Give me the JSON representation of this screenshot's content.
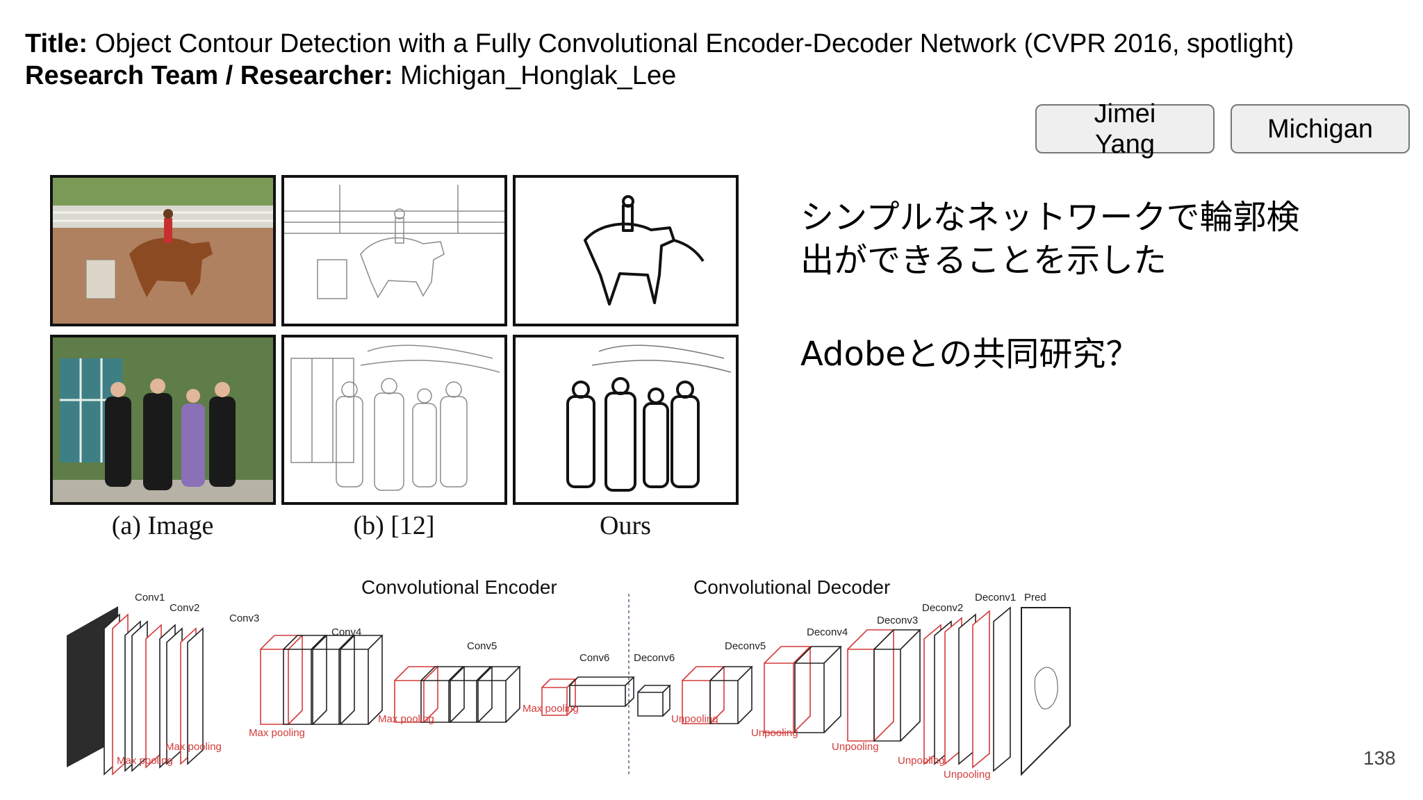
{
  "header": {
    "title_label": "Title:",
    "title_text": "Object Contour Detection with a Fully Convolutional Encoder-Decoder Network (CVPR 2016, spotlight)",
    "team_label": "Research Team / Researcher:",
    "team_text": "Michigan_Honglak_Lee"
  },
  "tags": [
    "Jimei Yang",
    "Michigan"
  ],
  "figure": {
    "captions": [
      "(a) Image",
      "(b) [12]",
      "Ours"
    ]
  },
  "notes": {
    "line1": "シンプルなネットワークで輪郭検\n出ができることを示した",
    "line2": "Adobeとの共同研究？"
  },
  "architecture": {
    "encoder_title": "Convolutional Encoder",
    "decoder_title": "Convolutional Decoder",
    "encoder_layers": [
      "Conv1",
      "Conv2",
      "Conv3",
      "Conv4",
      "Conv5",
      "Conv6"
    ],
    "decoder_layers": [
      "Deconv6",
      "Deconv5",
      "Deconv4",
      "Deconv3",
      "Deconv2",
      "Deconv1",
      "Pred"
    ],
    "pool_label": "Max pooling",
    "unpool_label": "Unpooling"
  },
  "page_number": "138",
  "colors": {
    "accent_red": "#d33a3a",
    "box_line": "#222222"
  }
}
